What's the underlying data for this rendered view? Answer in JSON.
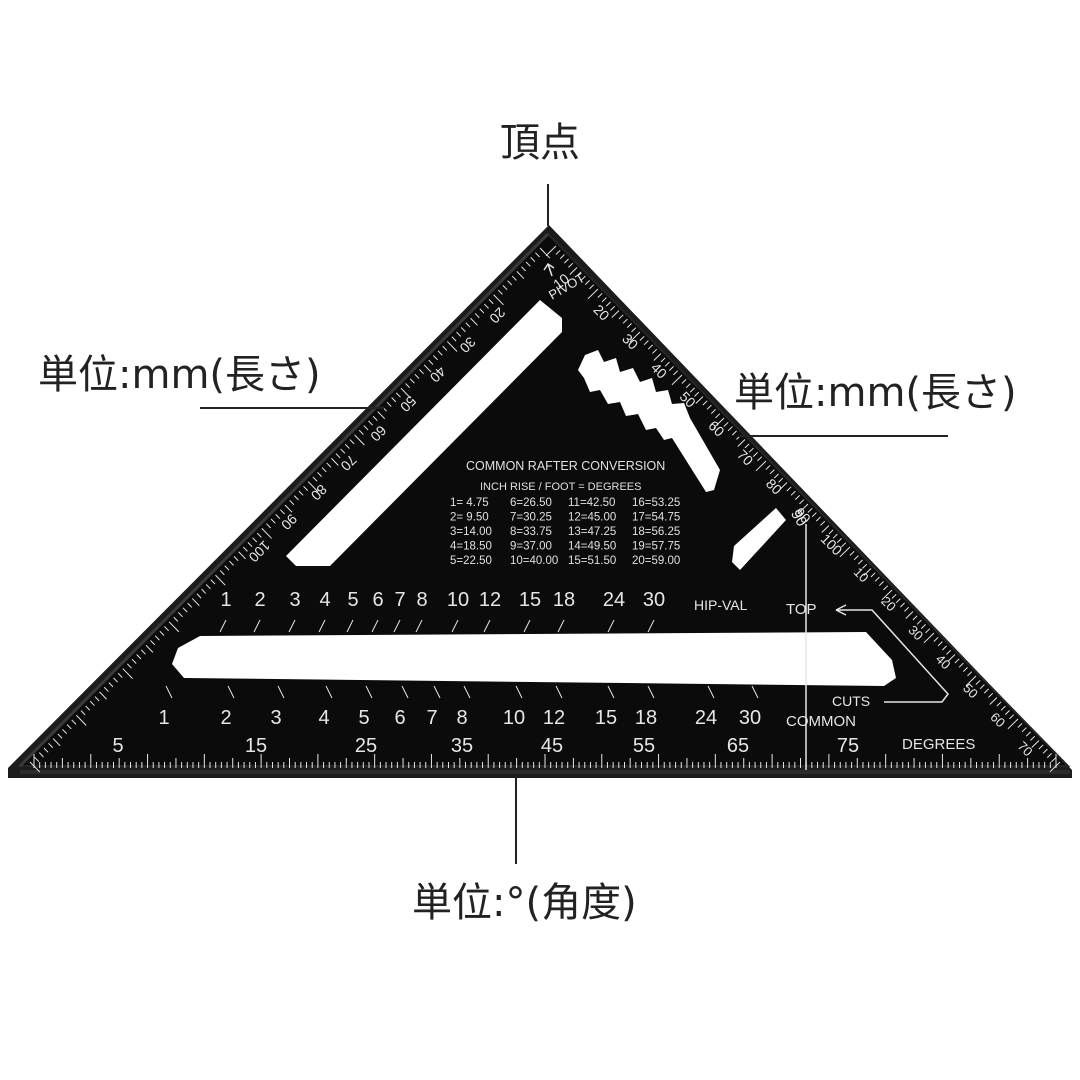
{
  "colors": {
    "tool": "#0b0b0b",
    "tool_edge": "#262626",
    "marking": "#e6e6e6",
    "background": "#ffffff",
    "callout": "#222222"
  },
  "callouts": {
    "apex": "頂点",
    "left_unit": "単位:mm(長さ)",
    "right_unit": "単位:mm(長さ)",
    "bottom_unit": "単位:°(角度)"
  },
  "labels": {
    "pivot": "PIVOT",
    "pivot_ten": "10",
    "hip_val": "HIP-VAL",
    "top": "TOP",
    "cuts": "CUTS",
    "common": "COMMON",
    "degrees": "DEGREES",
    "ninety": "90"
  },
  "conversion": {
    "title": "COMMON RAFTER CONVERSION",
    "subtitle": "INCH  RISE  /  FOOT  =  DEGREES",
    "rows": [
      [
        "1=  4.75",
        "6=26.50",
        "11=42.50",
        "16=53.25"
      ],
      [
        "2=  9.50",
        "7=30.25",
        "12=45.00",
        "17=54.75"
      ],
      [
        "3=14.00",
        "8=33.75",
        "13=47.25",
        "18=56.25"
      ],
      [
        "4=18.50",
        "9=37.00",
        "14=49.50",
        "19=57.75"
      ],
      [
        "5=22.50",
        "10=40.00",
        "15=51.50",
        "20=59.00"
      ]
    ]
  },
  "scales": {
    "left_mm": [
      "20",
      "30",
      "40",
      "50",
      "60",
      "70",
      "80",
      "90",
      "100"
    ],
    "right_mm": [
      "20",
      "30",
      "40",
      "50",
      "60",
      "70",
      "80",
      "90",
      "100"
    ],
    "right_deg": [
      "10",
      "20",
      "30",
      "40",
      "50",
      "60",
      "70"
    ],
    "upper_row": [
      "1",
      "2",
      "3",
      "4",
      "5",
      "6",
      "7",
      "8",
      "10",
      "12",
      "15",
      "18",
      "24",
      "30"
    ],
    "lower_row": [
      "1",
      "2",
      "3",
      "4",
      "5",
      "6",
      "7",
      "8",
      "10",
      "12",
      "15",
      "18",
      "24",
      "30"
    ],
    "bottom_deg": [
      "5",
      "15",
      "25",
      "35",
      "45",
      "55",
      "65",
      "75"
    ]
  }
}
